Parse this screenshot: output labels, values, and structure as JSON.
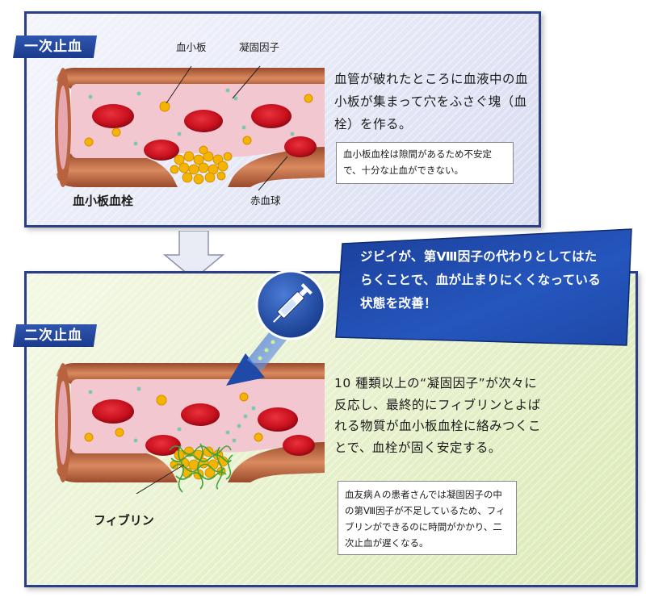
{
  "primary": {
    "tag": "一次止血",
    "labels": {
      "platelet": "血小板",
      "clotting_factor": "凝固因子",
      "platelet_plug": "血小板血栓",
      "red_blood_cell": "赤血球"
    },
    "description": "血管が破れたところに血液中の血小板が集まって穴をふさぐ塊（血栓）を作る。",
    "note": "血小板血栓は隙間があるため不安定で、十分な止血ができない。"
  },
  "callout": {
    "text": "ジビイが、第Ⅷ因子の代わりとしてはたらくことで、血が止まりにくくなっている状態を改善！"
  },
  "secondary": {
    "tag": "二次止血",
    "labels": {
      "fibrin": "フィブリン"
    },
    "description": "10 種類以上の“凝固因子”が次々に反応し、最終的にフィブリンとよばれる物質が血小板血栓に絡みつくことで、血栓が固く安定する。",
    "note": "血友病Ａの患者さんでは凝固因子の中の第Ⅷ因子が不足しているため、フィブリンができるのに時間がかかり、二次止血が遅くなる。"
  },
  "colors": {
    "vessel_wall": "#b9623f",
    "vessel_lumen": "#f3c7cf",
    "red_blood_cell": "#c8101e",
    "platelet": "#f4b400",
    "clotting_factor_dot": "#7fc7b3",
    "fibrin": "#3fa23a",
    "panel_border": "#2b3f86",
    "callout_blue": "#1f4aa8"
  }
}
